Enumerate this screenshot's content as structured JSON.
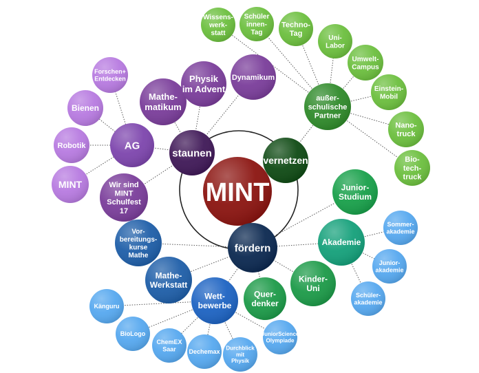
{
  "center": {
    "label": "MINT",
    "color": "#8b1410"
  },
  "hubs": [
    {
      "id": "staunen",
      "label": "staunen",
      "color": "#3f1857"
    },
    {
      "id": "vernetzen",
      "label": "vernetzen",
      "color": "#0f4a14"
    },
    {
      "id": "foerdern",
      "label": "fördern",
      "color": "#0b2850"
    }
  ],
  "nodes": [
    {
      "id": "ag",
      "label": "AG",
      "color": "#7d45ad"
    },
    {
      "id": "mathematikum",
      "label": "Mathe-\nmatikum",
      "color": "#7a3d9a"
    },
    {
      "id": "physik-advent",
      "label": "Physik\nim Advent",
      "color": "#7a3d9a"
    },
    {
      "id": "dynamikum",
      "label": "Dynamikum",
      "color": "#7a3d9a"
    },
    {
      "id": "wir-sind-mint",
      "label": "Wir sind\nMINT\nSchulfest\n17",
      "color": "#7a3d9a"
    },
    {
      "id": "forschen",
      "label": "Forschen+\nEntdecken",
      "color": "#b77ae0"
    },
    {
      "id": "bienen",
      "label": "Bienen",
      "color": "#b77ae0"
    },
    {
      "id": "robotik",
      "label": "Robotik",
      "color": "#b77ae0"
    },
    {
      "id": "mint-small",
      "label": "MINT",
      "color": "#b77ae0"
    },
    {
      "id": "ausserschulische",
      "label": "außer-\nschulische\nPartner",
      "color": "#2f8a2a"
    },
    {
      "id": "wissenswerkstatt",
      "label": "Wissens-\nwerk-\nstatt",
      "color": "#6cbf3e"
    },
    {
      "id": "schuelerinnentag",
      "label": "Schüler\ninnen-\nTag",
      "color": "#6cbf3e"
    },
    {
      "id": "technotag",
      "label": "Techno-\nTag",
      "color": "#6cbf3e"
    },
    {
      "id": "unilabor",
      "label": "Uni-\nLabor",
      "color": "#6cbf3e"
    },
    {
      "id": "umweltcampus",
      "label": "Umwelt-\nCampus",
      "color": "#6cbf3e"
    },
    {
      "id": "einsteinmobil",
      "label": "Einstein-\nMobil",
      "color": "#6cbf3e"
    },
    {
      "id": "nanotruck",
      "label": "Nano-\ntruck",
      "color": "#6cbf3e"
    },
    {
      "id": "biotechtruck",
      "label": "Bio-\ntech-\ntruck",
      "color": "#6cbf3e"
    },
    {
      "id": "juniorstudium",
      "label": "Junior-\nStudium",
      "color": "#18a04a"
    },
    {
      "id": "akademie",
      "label": "Akademie",
      "color": "#14a07a"
    },
    {
      "id": "kinderuni",
      "label": "Kinder-\nUni",
      "color": "#1c9a48"
    },
    {
      "id": "querdenker",
      "label": "Quer-\ndenker",
      "color": "#1c9a48"
    },
    {
      "id": "wettbewerbe",
      "label": "Wett-\nbewerbe",
      "color": "#1d63c2"
    },
    {
      "id": "mathewerkstatt",
      "label": "Mathe-\nWerkstatt",
      "color": "#1e5ea8"
    },
    {
      "id": "vorbereitungskurse",
      "label": "Vor-\nbereitungs-\nkurse\nMathe",
      "color": "#1e5ea8"
    },
    {
      "id": "sommerakademie",
      "label": "Sommer-\nakademie",
      "color": "#56a8ef"
    },
    {
      "id": "juniorakademie",
      "label": "Junior-\nakademie",
      "color": "#56a8ef"
    },
    {
      "id": "schuelerakademie",
      "label": "Schüler-\nakademie",
      "color": "#56a8ef"
    },
    {
      "id": "kaenguru",
      "label": "Känguru",
      "color": "#56a8ef"
    },
    {
      "id": "biologo",
      "label": "BioLogo",
      "color": "#56a8ef"
    },
    {
      "id": "chemex",
      "label": "ChemEX\nSaar",
      "color": "#56a8ef"
    },
    {
      "id": "dechemax",
      "label": "Dechemax",
      "color": "#56a8ef"
    },
    {
      "id": "durchblick",
      "label": "Durchblick\nmit\nPhysik",
      "color": "#56a8ef"
    },
    {
      "id": "juniorscience",
      "label": "JuniorScience\nOlympiade",
      "color": "#56a8ef"
    }
  ],
  "links": [
    [
      "staunen",
      "ag"
    ],
    [
      "staunen",
      "mathematikum"
    ],
    [
      "staunen",
      "physik-advent"
    ],
    [
      "staunen",
      "dynamikum"
    ],
    [
      "staunen",
      "wir-sind-mint"
    ],
    [
      "ag",
      "forschen"
    ],
    [
      "ag",
      "bienen"
    ],
    [
      "ag",
      "robotik"
    ],
    [
      "ag",
      "mint-small"
    ],
    [
      "vernetzen",
      "ausserschulische"
    ],
    [
      "ausserschulische",
      "wissenswerkstatt"
    ],
    [
      "ausserschulische",
      "schuelerinnentag"
    ],
    [
      "ausserschulische",
      "technotag"
    ],
    [
      "ausserschulische",
      "unilabor"
    ],
    [
      "ausserschulische",
      "umweltcampus"
    ],
    [
      "ausserschulische",
      "einsteinmobil"
    ],
    [
      "ausserschulische",
      "nanotruck"
    ],
    [
      "ausserschulische",
      "biotechtruck"
    ],
    [
      "foerdern",
      "juniorstudium"
    ],
    [
      "foerdern",
      "akademie"
    ],
    [
      "foerdern",
      "kinderuni"
    ],
    [
      "foerdern",
      "querdenker"
    ],
    [
      "foerdern",
      "wettbewerbe"
    ],
    [
      "foerdern",
      "mathewerkstatt"
    ],
    [
      "foerdern",
      "vorbereitungskurse"
    ],
    [
      "akademie",
      "sommerakademie"
    ],
    [
      "akademie",
      "juniorakademie"
    ],
    [
      "akademie",
      "schuelerakademie"
    ],
    [
      "wettbewerbe",
      "kaenguru"
    ],
    [
      "wettbewerbe",
      "biologo"
    ],
    [
      "wettbewerbe",
      "chemex"
    ],
    [
      "wettbewerbe",
      "dechemax"
    ],
    [
      "wettbewerbe",
      "durchblick"
    ],
    [
      "wettbewerbe",
      "juniorscience"
    ]
  ]
}
